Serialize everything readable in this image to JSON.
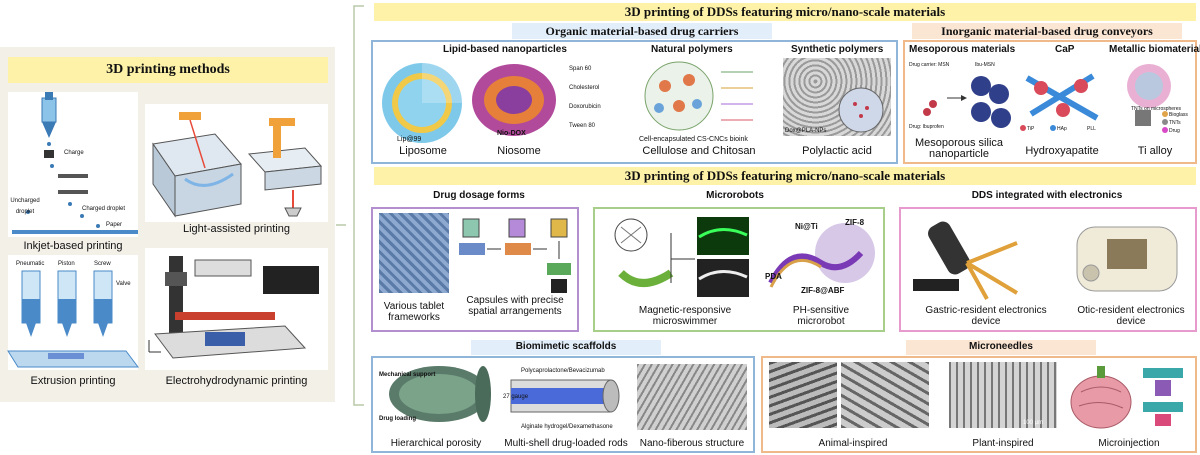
{
  "left_panel": {
    "title": "3D printing methods",
    "methods": [
      {
        "label": "Inkjet-based printing",
        "icon": "inkjet-printing-illustration"
      },
      {
        "label": "Light-assisted printing",
        "icon": "light-printing-illustration"
      },
      {
        "label": "Extrusion printing",
        "icon": "extrusion-printing-illustration"
      },
      {
        "label": "Electrohydrodynamic printing",
        "icon": "ehd-printing-illustration"
      }
    ],
    "inkjet_callouts": [
      "Charge",
      "Uncharged droplet",
      "Charged droplet",
      "Paper"
    ],
    "extrusion_callouts": [
      "Pneumatic",
      "Piston",
      "Screw",
      "Valve"
    ]
  },
  "top_row": {
    "title": "3D printing of DDSs featuring micro/nano-scale materials",
    "organic": {
      "title": "Organic material-based drug carriers",
      "items": [
        {
          "heading": "Lipid-based nanoparticles",
          "caption": "Liposome",
          "image_label": "Lip@99"
        },
        {
          "heading": "",
          "caption": "Niosome",
          "image_label": "Nio-DOX"
        },
        {
          "heading": "Natural polymers",
          "caption": "Cellulose and Chitosan",
          "image_label": "Cell-encapsulated CS-CNCs bioink"
        },
        {
          "heading": "Synthetic polymers",
          "caption": "Polylactic acid",
          "image_label": "Dox@PLA-NPs"
        }
      ],
      "niosome_legend": [
        "Span 60",
        "Cholesterol",
        "Doxorubicin",
        "Tween 80"
      ]
    },
    "inorganic": {
      "title": "Inorganic material-based drug conveyors",
      "items": [
        {
          "heading": "Mesoporous materials",
          "caption": "Mesoporous silica nanoparticle",
          "image_labels": [
            "Drug carrier: MSN",
            "Ibu-MSN",
            "Drug: Ibuprofen"
          ]
        },
        {
          "heading": "CaP",
          "caption": "Hydroxyapatite",
          "image_labels": [
            "TiP",
            "HAp",
            "PLL"
          ]
        },
        {
          "heading": "Metallic biomaterials",
          "caption": "Ti alloy",
          "image_labels": [
            "TNTs on microspheres",
            "Bioglass",
            "TNTs",
            "Drug"
          ]
        }
      ]
    }
  },
  "middle_row": {
    "title": "3D printing of DDSs featuring micro/nano-scale materials",
    "dosage": {
      "title": "Drug dosage forms",
      "captions": [
        "Various tablet frameworks",
        "Capsules with precise spatial arrangements"
      ]
    },
    "microrobots": {
      "title": "Microrobots",
      "captions": [
        "Magnetic-responsive microswimmer",
        "PH-sensitive microrobot"
      ],
      "image_labels": [
        "Ni@Ti",
        "ZIF-8",
        "PDA",
        "ZIF-8@ABF"
      ]
    },
    "electronics": {
      "title": "DDS integrated with electronics",
      "captions": [
        "Gastric-resident electronics device",
        "Otic-resident electronics device"
      ]
    }
  },
  "bottom_row": {
    "biomimetic": {
      "title": "Biomimetic scaffolds",
      "captions": [
        "Hierarchical porosity",
        "Multi-shell drug-loaded rods",
        "Nano-fiberous structure"
      ],
      "image_labels": [
        "Mechanical support",
        "Drug loading",
        "Polycaprolactone/Bevacizumab",
        "27 gauge",
        "Alginate hydrogel/Dexamethasone"
      ]
    },
    "microneedles": {
      "title": "Microneedles",
      "captions": [
        "Animal-inspired",
        "Plant-inspired",
        "Microinjection"
      ],
      "image_labels": [
        "100 μm"
      ]
    }
  },
  "colors": {
    "yellow": "#fdf2a8",
    "organic_border": "#8fb5d9",
    "inorganic_border": "#f0b98a",
    "dosage_border": "#b48fd0",
    "microrobots_border": "#a7cf8a",
    "electronics_border": "#e79acd",
    "biomimetic_border": "#8fb5d9",
    "microneedles_border": "#f0b98a"
  }
}
